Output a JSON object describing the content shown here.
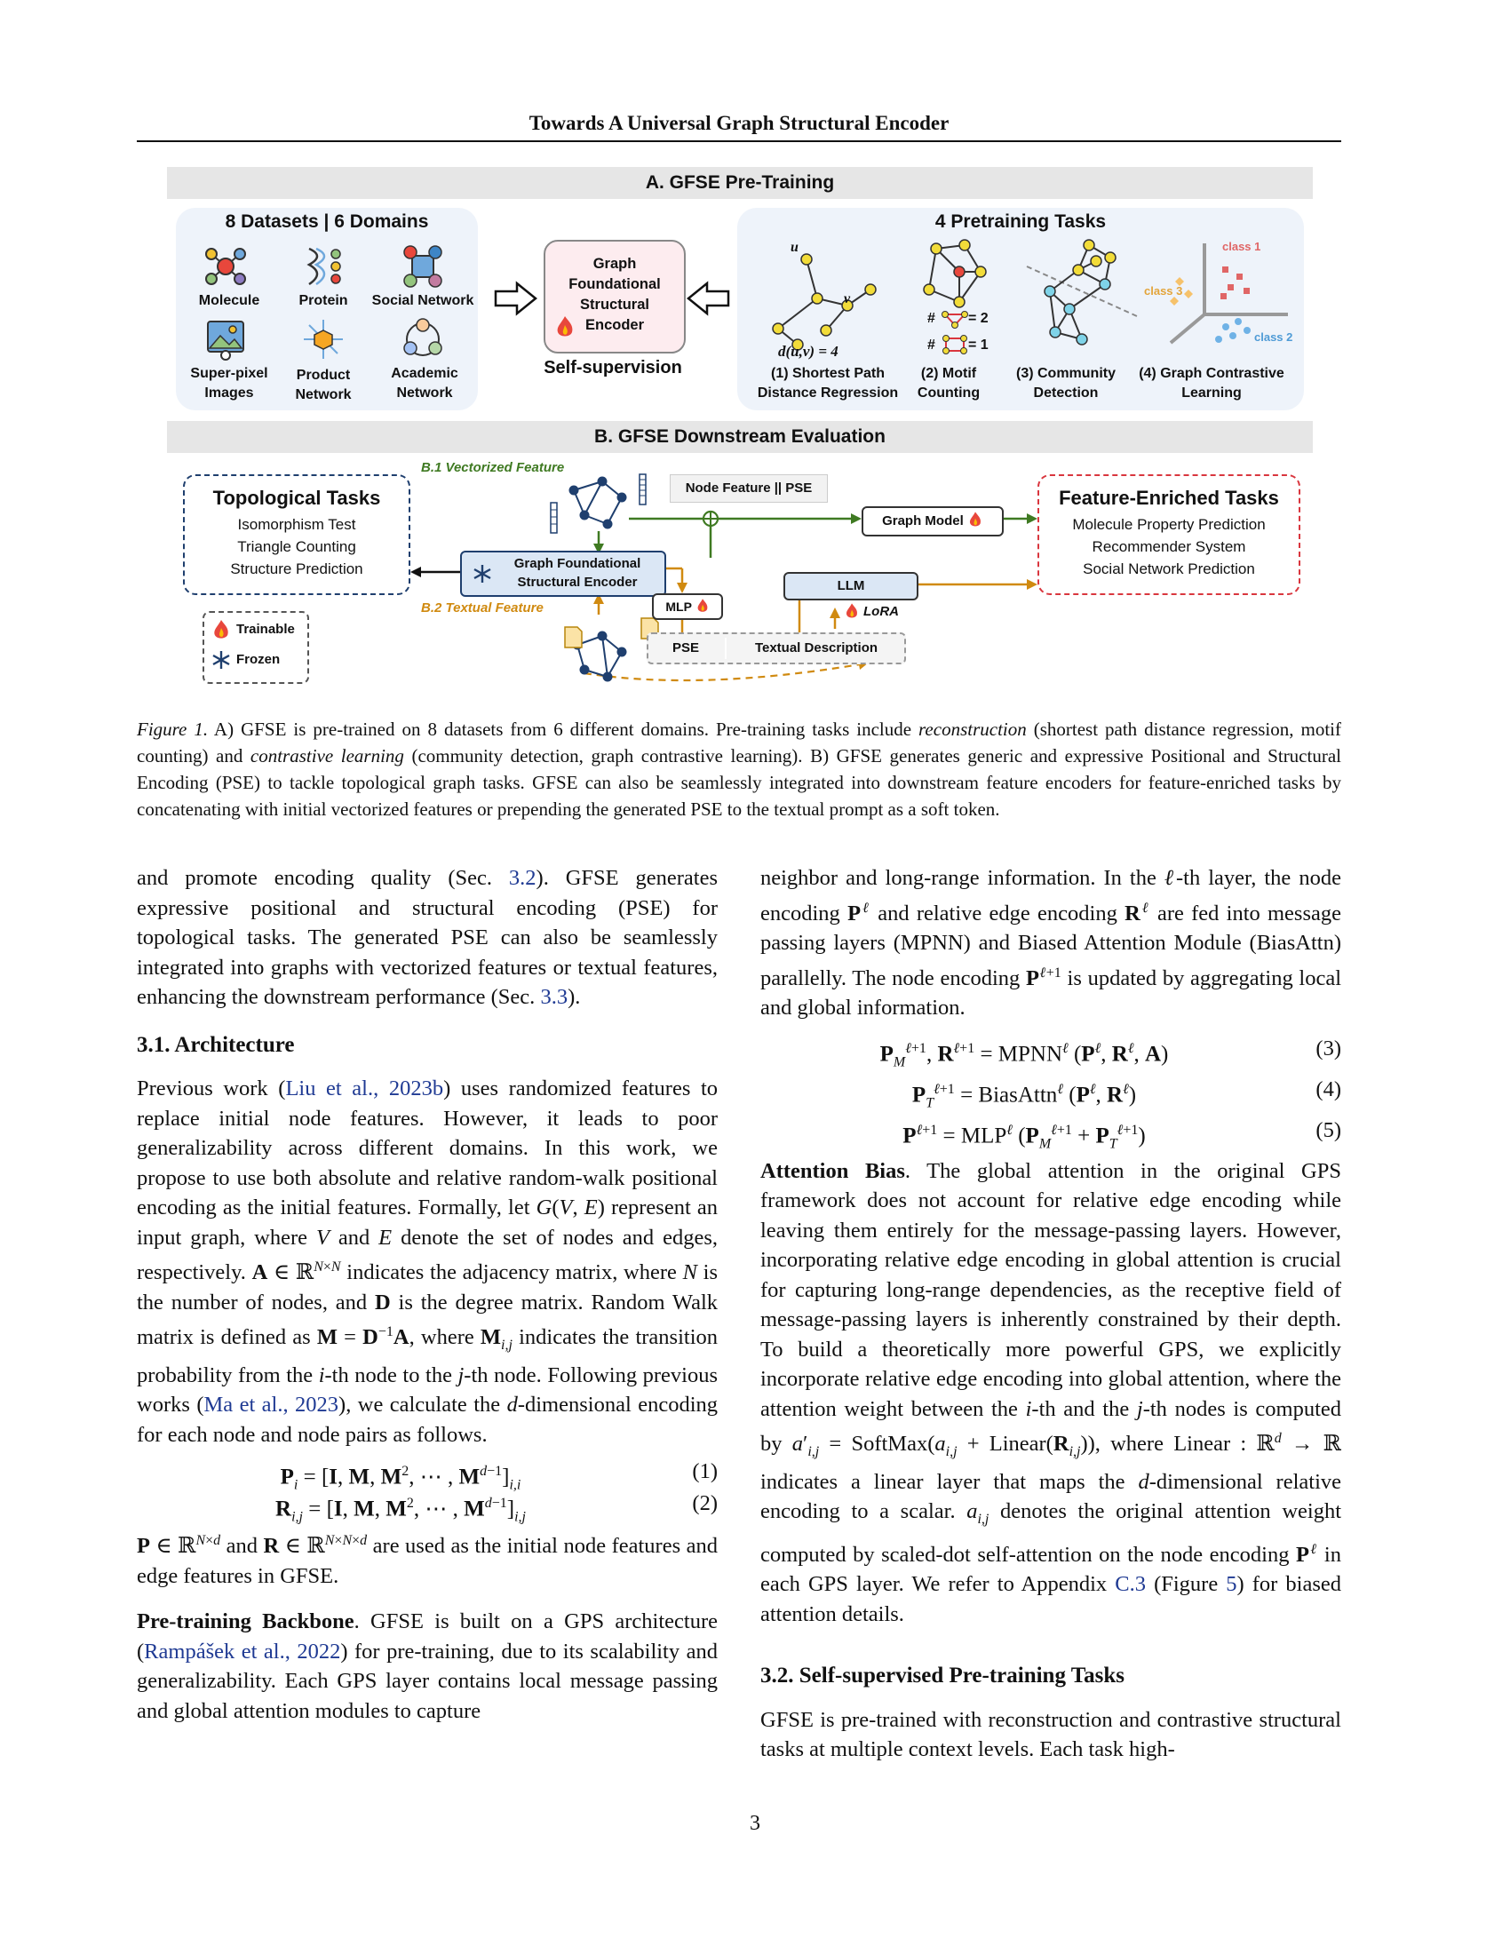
{
  "header": {
    "running_title": "Towards A Universal Graph Structural Encoder"
  },
  "figure": {
    "section_a_title": "A. GFSE Pre-Training",
    "datasets_title": "8 Datasets | 6 Domains",
    "datasets": [
      {
        "label": "Molecule",
        "icon": "molecule-icon"
      },
      {
        "label": "Protein",
        "icon": "protein-icon"
      },
      {
        "label": "Social Network",
        "icon": "social-network-icon"
      },
      {
        "label": "Super-pixel Images",
        "icon": "image-icon"
      },
      {
        "label": "Product Network",
        "icon": "product-network-icon"
      },
      {
        "label": "Academic Network",
        "icon": "academic-network-icon"
      }
    ],
    "encoder_box": "Graph Foundational Structural Encoder",
    "self_supervision": "Self-supervision",
    "tasks_title": "4 Pretraining Tasks",
    "tasks": [
      {
        "label": "(1) Shortest Path Distance Regression"
      },
      {
        "label": "(2) Motif Counting"
      },
      {
        "label": "(3) Community Detection"
      },
      {
        "label": "(4) Graph Contrastive Learning"
      }
    ],
    "spd_u": "u",
    "spd_v": "v",
    "spd_formula": "d(u,v) = 4",
    "motif_count_1": "= 2",
    "motif_count_2": "= 1",
    "motif_hash": "#",
    "class_labels": [
      "class 1",
      "class 3",
      "class 2"
    ],
    "section_b_title": "B. GFSE Downstream Evaluation",
    "b1_label": "B.1 Vectorized Feature",
    "b2_label": "B.2 Textual Feature",
    "node_feature_box": "Node Feature || PSE",
    "graph_model_box": "Graph Model",
    "encoder_box_b": "Graph Foundational Structural Encoder",
    "mlp_box": "MLP",
    "llm_box": "LLM",
    "lora_label": "LoRA",
    "pse_box": "PSE",
    "textual_desc_box": "Textual Description",
    "topo_title": "Topological Tasks",
    "topo_items": [
      "Isomorphism Test",
      "Triangle Counting",
      "Structure Prediction"
    ],
    "feat_title": "Feature-Enriched Tasks",
    "feat_items": [
      "Molecule Property Prediction",
      "Recommender System",
      "Social Network Prediction"
    ],
    "legend_trainable": "Trainable",
    "legend_frozen": "Frozen",
    "colors": {
      "green": "#3f7a22",
      "orange": "#d08a10",
      "red": "#d9363e",
      "blue_dark": "#1f3f6e",
      "node_yellow": "#f2dc39",
      "node_cyan": "#7fd3e8"
    }
  },
  "caption": {
    "label": "Figure 1.",
    "text_1": " A) GFSE is pre-trained on 8 datasets from 6 different domains. Pre-training tasks include ",
    "em_1": "reconstruction",
    "text_2": " (shortest path distance regression, motif counting) and ",
    "em_2": "contrastive learning",
    "text_3": " (community detection, graph contrastive learning). B) GFSE generates generic and expressive Positional and Structural Encoding (PSE) to tackle topological graph tasks. GFSE can also be seamlessly integrated into downstream feature encoders for feature-enriched tasks by concatenating with initial vectorized features or prepending the generated PSE to the textual prompt as a soft token."
  },
  "left": {
    "p0_a": "and promote encoding quality (Sec. ",
    "p0_ref1": "3.2",
    "p0_b": "). GFSE generates expressive positional and structural encoding (PSE) for topological tasks. The generated PSE can also be seamlessly integrated into graphs with vectorized features or textual features, enhancing the downstream performance (Sec. ",
    "p0_ref2": "3.3",
    "p0_c": ").",
    "h_arch": "3.1. Architecture",
    "p1_a": "Previous work (",
    "p1_ref1": "Liu et al., 2023b",
    "p1_b": ") uses randomized features to replace initial node features. However, it leads to poor generalizability across different domains. In this work, we propose to use both absolute and relative random-walk positional encoding as the initial features. Formally, let ",
    "p1_c": " represent an input graph, where ",
    "p1_d": " denote the set of nodes and edges, respectively. ",
    "p1_e": " indicates the adjacency matrix, where ",
    "p1_f": " is the number of nodes, and ",
    "p1_g": " is the degree matrix. Random Walk matrix is defined as ",
    "p1_h": ", where ",
    "p1_i": " indicates the transition probability from the ",
    "p1_j": "-th node to the ",
    "p1_k": "-th node. Following previous works (",
    "p1_ref2": "Ma et al., 2023",
    "p1_l": "), we calculate the ",
    "p1_m": "-dimensional encoding for each node and node pairs as follows.",
    "eq1_num": "(1)",
    "eq2_num": "(2)",
    "p2_a": " and ",
    "p2_b": " are used as the initial node features and edge features in GFSE.",
    "h_backbone": "Pre-training Backbone",
    "p3_a": ". GFSE is built on a GPS architecture (",
    "p3_ref": "Rampášek et al., 2022",
    "p3_b": ") for pre-training, due to its scalability and generalizability. Each GPS layer contains local message passing and global attention modules to capture"
  },
  "right": {
    "p0_a": "neighbor and long-range information. In the ",
    "p0_b": "-th layer, the node encoding ",
    "p0_c": " and relative edge encoding ",
    "p0_d": " are fed into message passing layers (MPNN) and Biased Attention Module (BiasAttn) parallelly. The node encoding ",
    "p0_e": " is updated by aggregating local and global information.",
    "eq3_num": "(3)",
    "eq4_num": "(4)",
    "eq5_num": "(5)",
    "h_bias": "Attention Bias",
    "p1_a": ". The global attention in the original GPS framework does not account for relative edge encoding while leaving them entirely for the message-passing layers. However, incorporating relative edge encoding in global attention is crucial for capturing long-range dependencies, as the receptive field of message-passing layers is inherently constrained by their depth. To build a theoretically more powerful GPS, we explicitly incorporate relative edge encoding into global attention, where the attention weight between the ",
    "p1_b": "-th and the ",
    "p1_c": "-th nodes is computed by ",
    "p1_d": ", where ",
    "p1_e": " indicates a linear layer that maps the ",
    "p1_f": "-dimensional relative encoding to a scalar. ",
    "p1_g": " denotes the original attention weight computed by scaled-dot self-attention on the node encoding ",
    "p1_h": " in each GPS layer. We refer to Appendix ",
    "p1_ref1": "C.3",
    "p1_i": " (Figure ",
    "p1_ref2": "5",
    "p1_j": ") for biased attention details.",
    "h_tasks": "3.2. Self-supervised Pre-training Tasks",
    "p2": "GFSE is pre-trained with reconstruction and contrastive structural tasks at multiple context levels. Each task high-"
  },
  "page_number": "3"
}
